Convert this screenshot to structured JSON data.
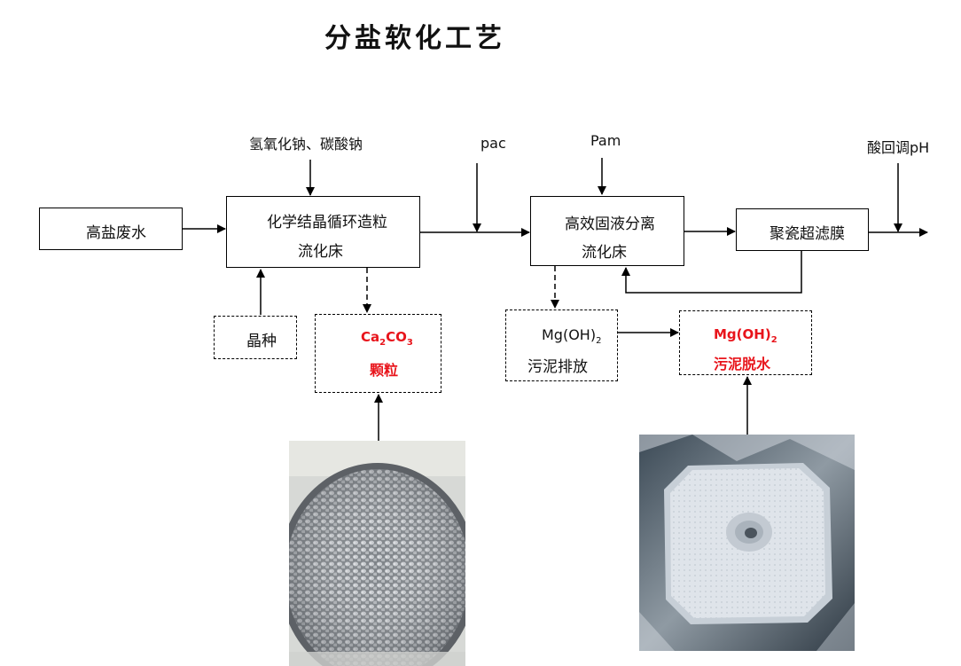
{
  "title": "分盐软化工艺",
  "inputs": {
    "chem1": "氢氧化钠、碳酸钠",
    "pac": "pac",
    "pam": "Pam",
    "acid_ph": "酸回调pH"
  },
  "boxes": {
    "wastewater": "高盐废水",
    "fluidized_bed_1": {
      "line1": "化学结晶循环造粒",
      "line2": "流化床"
    },
    "separator": {
      "line1": "高效固液分离",
      "line2": "流化床"
    },
    "ultrafiltration": "聚瓷超滤膜",
    "seed": "晶种",
    "caco3": {
      "formula_a": "Ca",
      "sub_a": "2",
      "formula_b": "CO",
      "sub_b": "3",
      "line2": "颗粒"
    },
    "mgoh_discharge": {
      "formula": "Mg(OH)",
      "sub": "2",
      "line2": "污泥排放"
    },
    "mgoh_dewater": {
      "formula": "Mg(OH)",
      "sub": "2",
      "line2": "污泥脱水"
    }
  },
  "colors": {
    "highlight": "#e8141b",
    "line": "#000000"
  },
  "icons": {
    "photo_left": "granules-photo",
    "photo_right": "sludge-cake-photo"
  }
}
